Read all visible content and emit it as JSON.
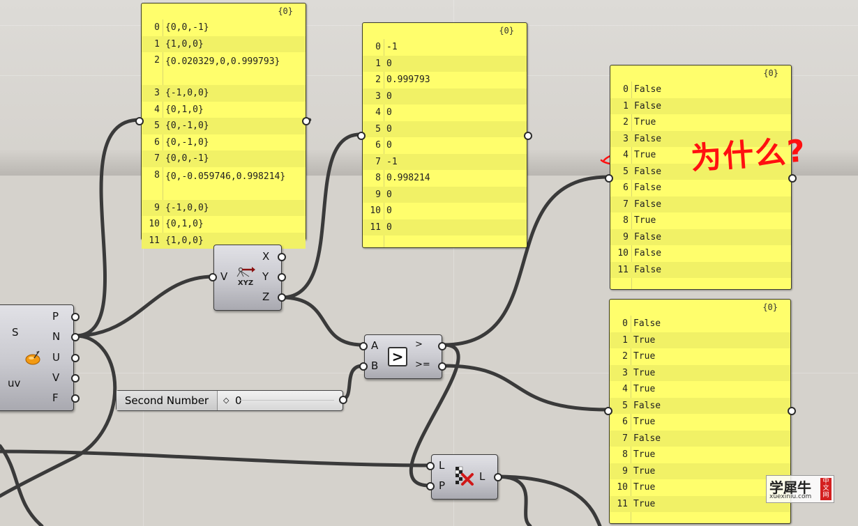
{
  "panel_vectors": {
    "title": "{0}",
    "rows": [
      {
        "i": "0",
        "v": "{0,0,-1}"
      },
      {
        "i": "1",
        "v": "{1,0,0}"
      },
      {
        "i": "2",
        "v": "{0.020329,0,0.999793}"
      },
      {
        "i": "3",
        "v": "{-1,0,0}"
      },
      {
        "i": "4",
        "v": "{0,1,0}"
      },
      {
        "i": "5",
        "v": "{0,-1,0}"
      },
      {
        "i": "6",
        "v": "{0,-1,0}"
      },
      {
        "i": "7",
        "v": "{0,0,-1}"
      },
      {
        "i": "8",
        "v": "{0,-0.059746,0.998214}"
      },
      {
        "i": "9",
        "v": "{-1,0,0}"
      },
      {
        "i": "10",
        "v": "{0,1,0}"
      },
      {
        "i": "11",
        "v": "{1,0,0}"
      }
    ]
  },
  "panel_z": {
    "title": "{0}",
    "rows": [
      {
        "i": "0",
        "v": "-1"
      },
      {
        "i": "1",
        "v": "0"
      },
      {
        "i": "2",
        "v": "0.999793"
      },
      {
        "i": "3",
        "v": "0"
      },
      {
        "i": "4",
        "v": "0"
      },
      {
        "i": "5",
        "v": "0"
      },
      {
        "i": "6",
        "v": "0"
      },
      {
        "i": "7",
        "v": "-1"
      },
      {
        "i": "8",
        "v": "0.998214"
      },
      {
        "i": "9",
        "v": "0"
      },
      {
        "i": "10",
        "v": "0"
      },
      {
        "i": "11",
        "v": "0"
      }
    ]
  },
  "panel_gt": {
    "title": "{0}",
    "rows": [
      {
        "i": "0",
        "v": "False"
      },
      {
        "i": "1",
        "v": "False"
      },
      {
        "i": "2",
        "v": "True"
      },
      {
        "i": "3",
        "v": "False"
      },
      {
        "i": "4",
        "v": "True"
      },
      {
        "i": "5",
        "v": "False"
      },
      {
        "i": "6",
        "v": "False"
      },
      {
        "i": "7",
        "v": "False"
      },
      {
        "i": "8",
        "v": "True"
      },
      {
        "i": "9",
        "v": "False"
      },
      {
        "i": "10",
        "v": "False"
      },
      {
        "i": "11",
        "v": "False"
      }
    ]
  },
  "panel_gte": {
    "title": "{0}",
    "rows": [
      {
        "i": "0",
        "v": "False"
      },
      {
        "i": "1",
        "v": "True"
      },
      {
        "i": "2",
        "v": "True"
      },
      {
        "i": "3",
        "v": "True"
      },
      {
        "i": "4",
        "v": "True"
      },
      {
        "i": "5",
        "v": "False"
      },
      {
        "i": "6",
        "v": "True"
      },
      {
        "i": "7",
        "v": "False"
      },
      {
        "i": "8",
        "v": "True"
      },
      {
        "i": "9",
        "v": "True"
      },
      {
        "i": "10",
        "v": "True"
      },
      {
        "i": "11",
        "v": "True"
      }
    ]
  },
  "evaluate_surface": {
    "inputs": [
      "S",
      "uv"
    ],
    "outputs": [
      "P",
      "N",
      "U",
      "V",
      "F"
    ],
    "icon": "surface-eval-icon"
  },
  "deconstruct_vector": {
    "input": "V",
    "outputs": [
      "X",
      "Y",
      "Z"
    ],
    "icon": "deconstruct-vector-icon",
    "icon_text": "XYZ"
  },
  "larger_than": {
    "inputs": [
      "A",
      "B"
    ],
    "outputs": [
      ">",
      ">="
    ],
    "icon": "larger-than-icon",
    "icon_text": ">"
  },
  "cull_pattern": {
    "inputs": [
      "L",
      "P"
    ],
    "output": "L",
    "icon": "cull-pattern-icon"
  },
  "slider": {
    "name": "Second Number",
    "value": "0",
    "marker": "◇"
  },
  "annotation": {
    "text": "为什么?",
    "color": "#ff1010"
  },
  "watermark": {
    "title": "学犀牛",
    "url": "xuexiniu.com",
    "badge": "中文网"
  },
  "colors": {
    "panel": "#fffe6c",
    "wire": "#3a3a3a",
    "canvas": "#d5d2cc",
    "annotation": "#ff1010"
  }
}
